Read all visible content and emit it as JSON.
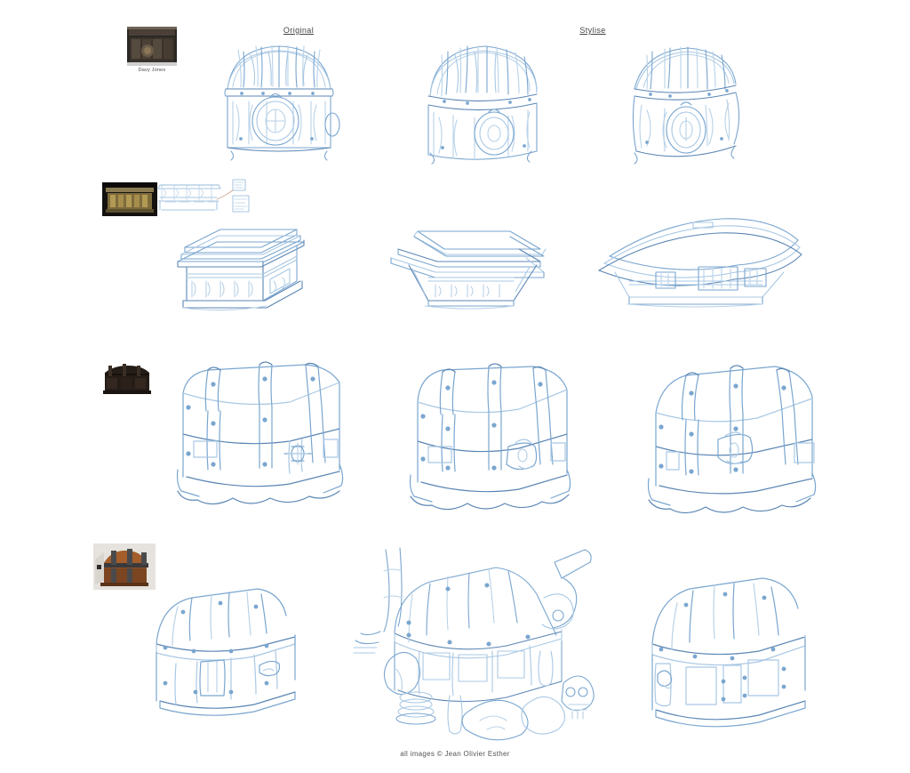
{
  "page": {
    "background_color": "#ffffff",
    "ink_color": "#7aa6cf",
    "ink_color_dark": "#5b86b4",
    "ink_color_light": "#b9d2e8"
  },
  "headers": {
    "original": "Original",
    "stylise": "Stylise"
  },
  "rows": [
    {
      "id": "row-1",
      "name": "ornate-domed-chest",
      "thumbnail_caption": "Davy Jones",
      "thumbnail_alt": "dark ornate carved treasure chest photo",
      "drawings": [
        "ornate domed chest front view",
        "ornate domed chest three-quarter view",
        "ornate domed chest angled view"
      ]
    },
    {
      "id": "row-2",
      "name": "sarcophagus-chest",
      "thumbnail_caption": "",
      "thumbnail_alt": "golden sarcophagus style chest photo",
      "drawings": [
        "flat lid sarcophagus chest",
        "tapered sarcophagus chest",
        "wide flared sarcophagus chest"
      ]
    },
    {
      "id": "row-3",
      "name": "banded-trunk-chest",
      "thumbnail_caption": "",
      "thumbnail_alt": "dark wooden banded trunk photo",
      "drawings": [
        "banded trunk front view",
        "banded trunk with latch",
        "banded trunk angled view"
      ]
    },
    {
      "id": "row-4",
      "name": "pirate-barrel-lid-chest",
      "thumbnail_caption": "",
      "thumbnail_alt": "brown cartoon pirate chest render",
      "drawings": [
        "barrel lid chest plain",
        "pirate chest with treasure scene",
        "barrel lid chest angled"
      ]
    }
  ],
  "footer": {
    "credit": "all images © Jean Olivier Esther"
  }
}
